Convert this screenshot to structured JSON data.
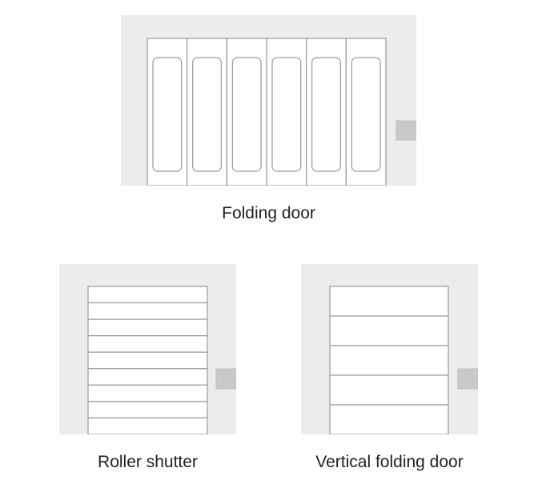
{
  "doors": {
    "folding": {
      "label": "Folding door",
      "panel_count": 6
    },
    "roller": {
      "label": "Roller shutter",
      "slat_count": 9
    },
    "vertical": {
      "label": "Vertical folding door",
      "section_count": 5
    }
  },
  "colors": {
    "background": "#ececec",
    "door_fill": "#ffffff",
    "outline": "#9a9a9a",
    "handle": "#c9c9c9",
    "text": "#222222"
  }
}
